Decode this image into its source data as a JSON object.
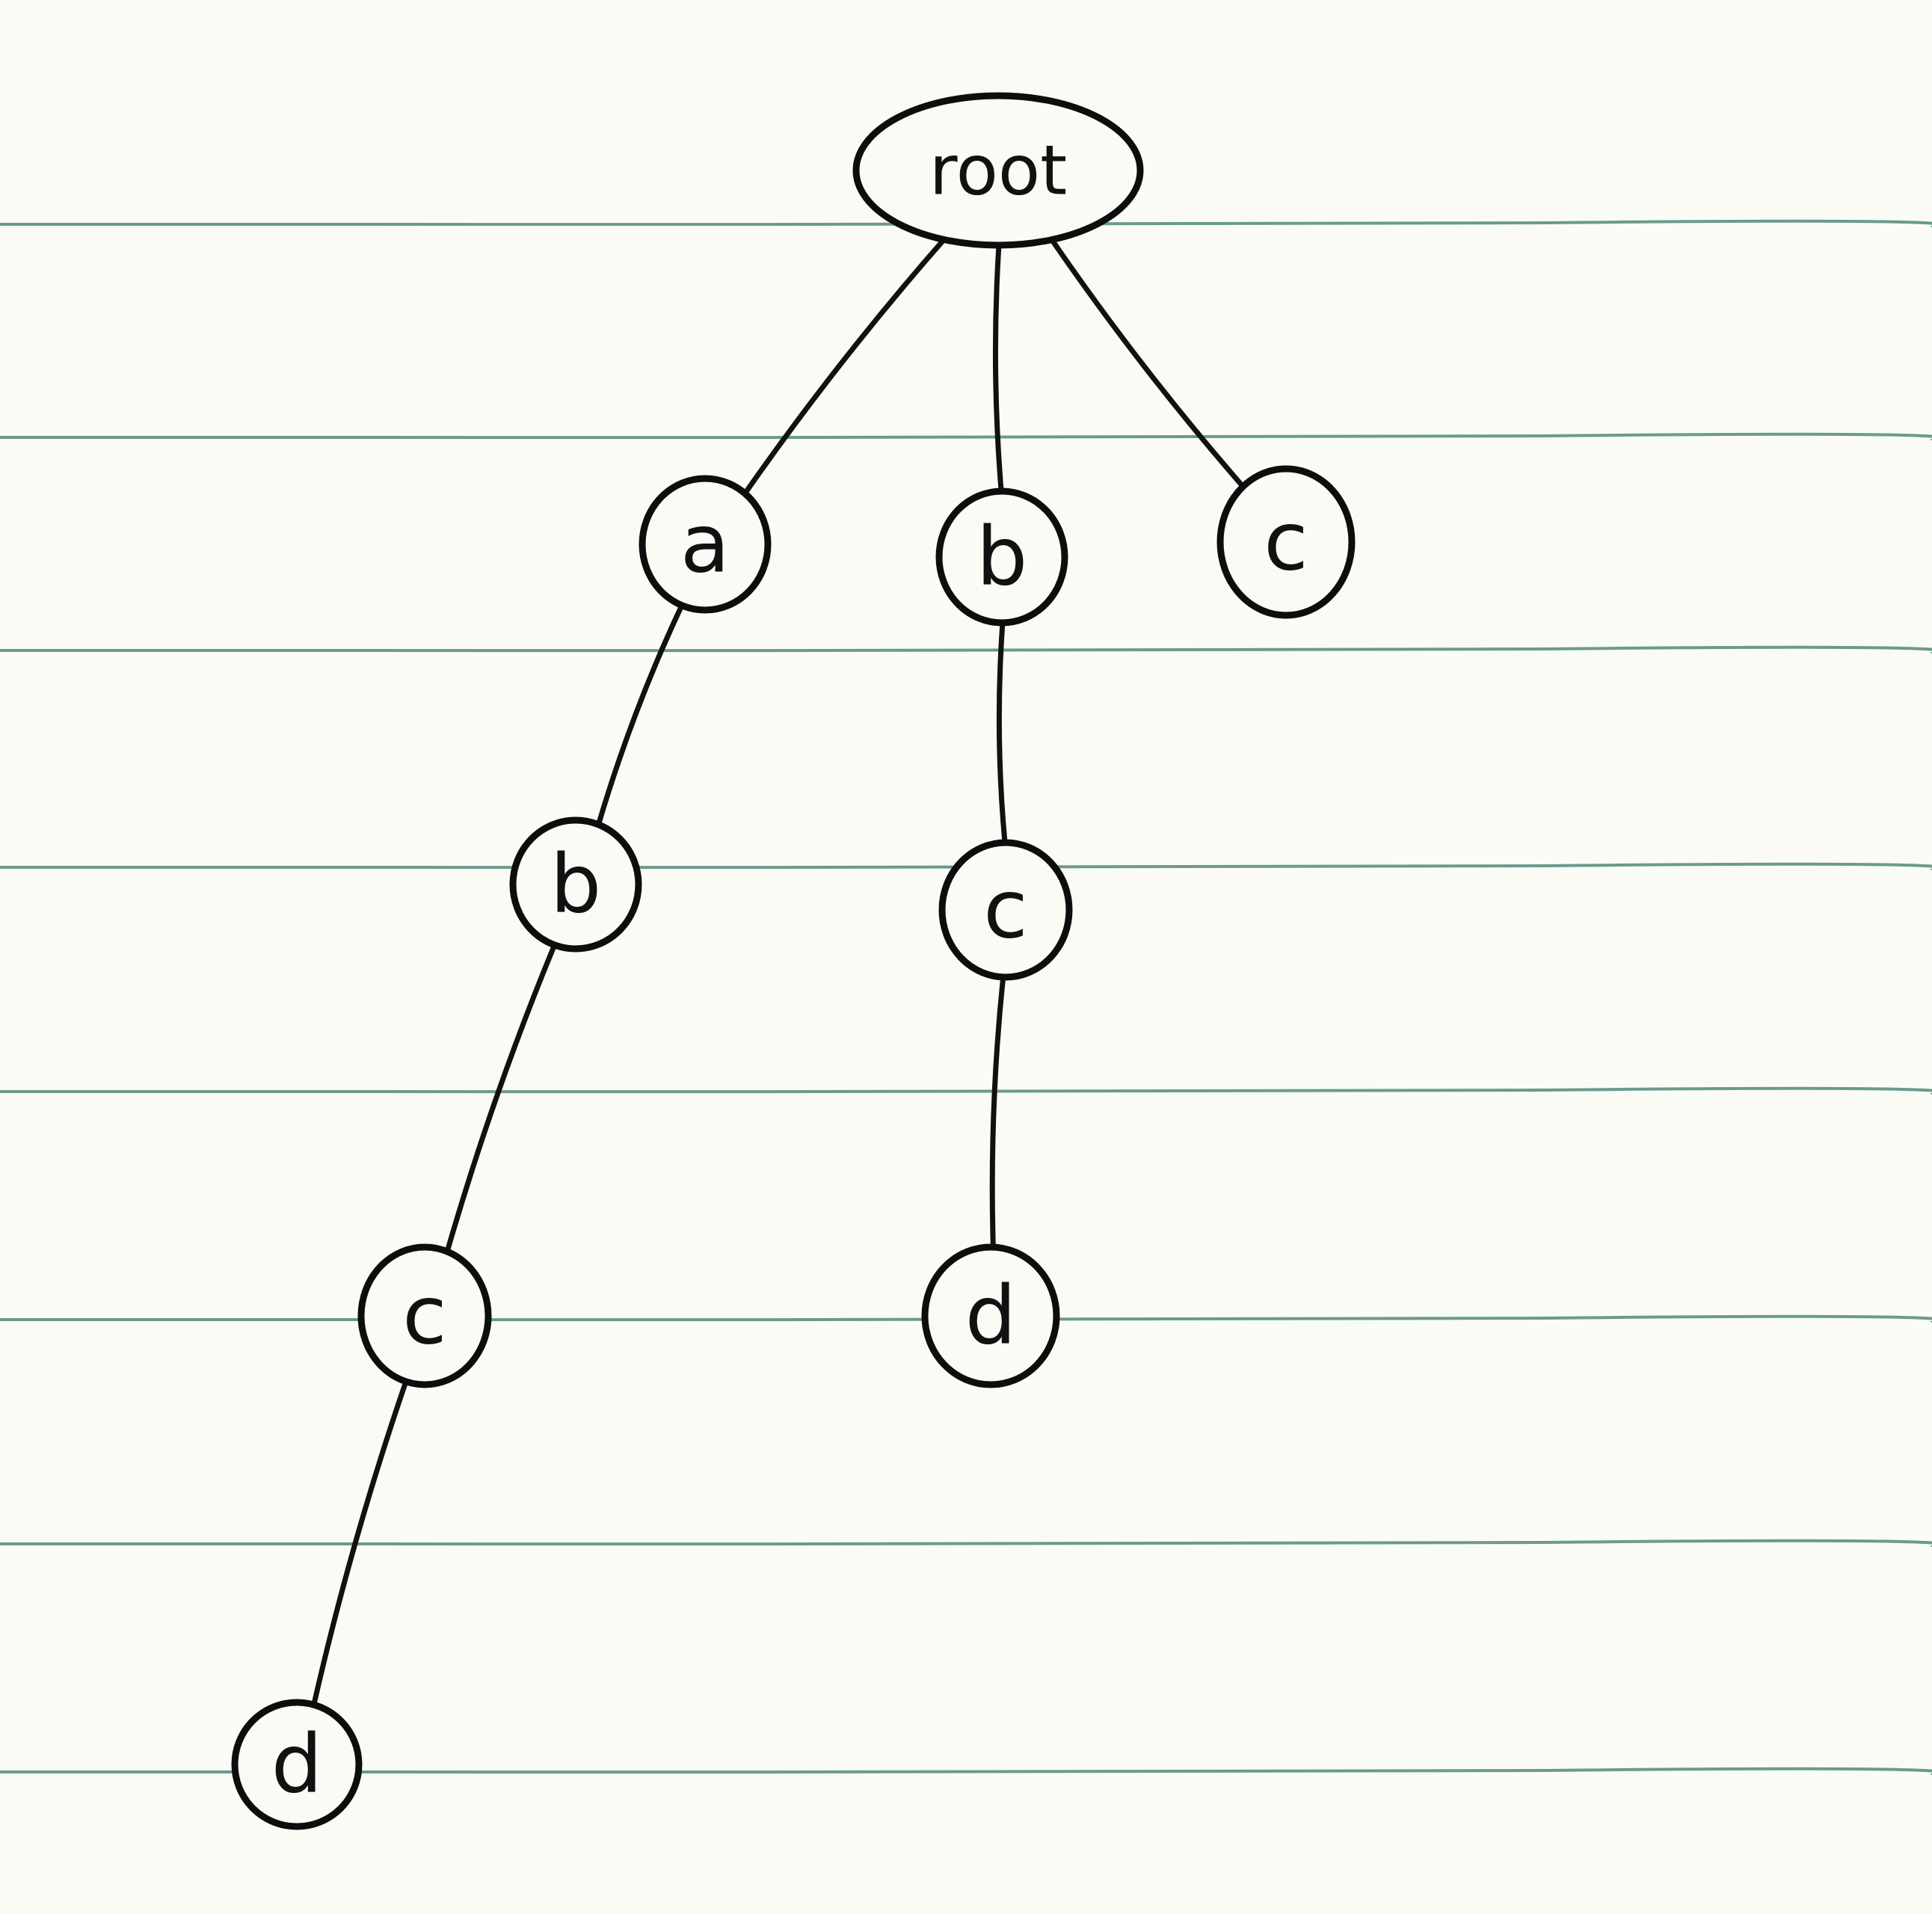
{
  "diagram": {
    "type": "tree",
    "nodes": [
      {
        "id": "root",
        "label": "root"
      },
      {
        "id": "a1",
        "label": "a"
      },
      {
        "id": "b1",
        "label": "b"
      },
      {
        "id": "c1",
        "label": "c"
      },
      {
        "id": "b2",
        "label": "b"
      },
      {
        "id": "c2",
        "label": "c"
      },
      {
        "id": "c3",
        "label": "c"
      },
      {
        "id": "d1",
        "label": "d"
      },
      {
        "id": "d2",
        "label": "d"
      }
    ],
    "edges": [
      {
        "from": "root",
        "to": "a1"
      },
      {
        "from": "root",
        "to": "b1"
      },
      {
        "from": "root",
        "to": "c1"
      },
      {
        "from": "a1",
        "to": "b2"
      },
      {
        "from": "b2",
        "to": "c2"
      },
      {
        "from": "c2",
        "to": "d1"
      },
      {
        "from": "b1",
        "to": "c3"
      },
      {
        "from": "c3",
        "to": "d2"
      }
    ]
  },
  "colors": {
    "paper": "#fbfbf6",
    "ruled_lines": "#4f8a7a",
    "ink": "#111111"
  }
}
